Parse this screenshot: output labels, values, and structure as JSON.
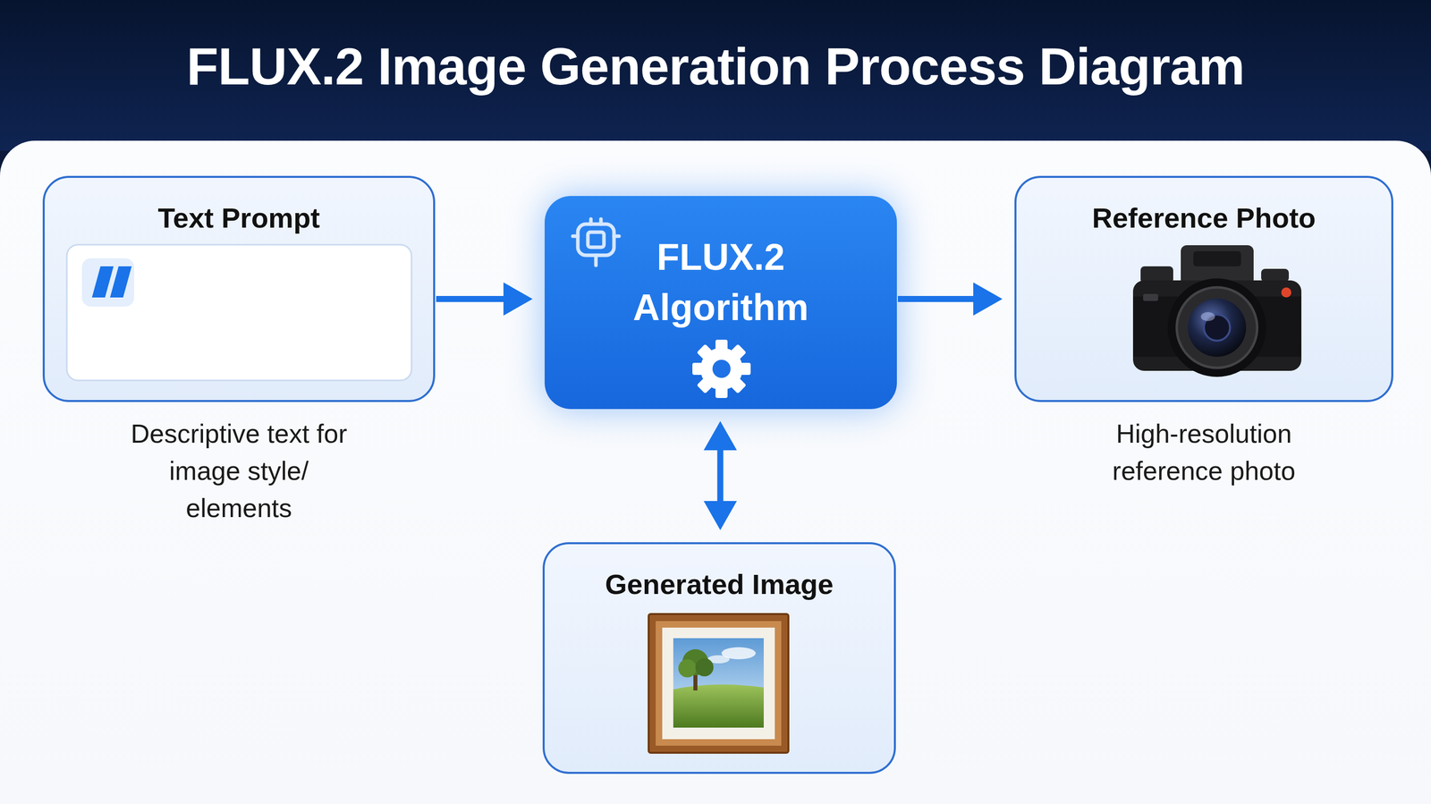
{
  "diagram": {
    "title": "FLUX.2 Image Generation Process Diagram",
    "nodes": [
      {
        "text": [
          "Text Prompt",
          "Descriptive text for image style/ elements"
        ]
      },
      {
        "text": [
          "FLUX.2 Algorithm"
        ]
      },
      {
        "text": [
          "Reference Photo",
          "High-resolution reference photo"
        ]
      },
      {
        "text": [
          "Generated Image"
        ]
      }
    ],
    "edges": [
      {
        "from": 0,
        "to": 1,
        "arrow": "to"
      },
      {
        "from": 1,
        "to": 2,
        "arrow": "to"
      },
      {
        "from": 1,
        "to": 3,
        "arrow": "both"
      }
    ]
  }
}
